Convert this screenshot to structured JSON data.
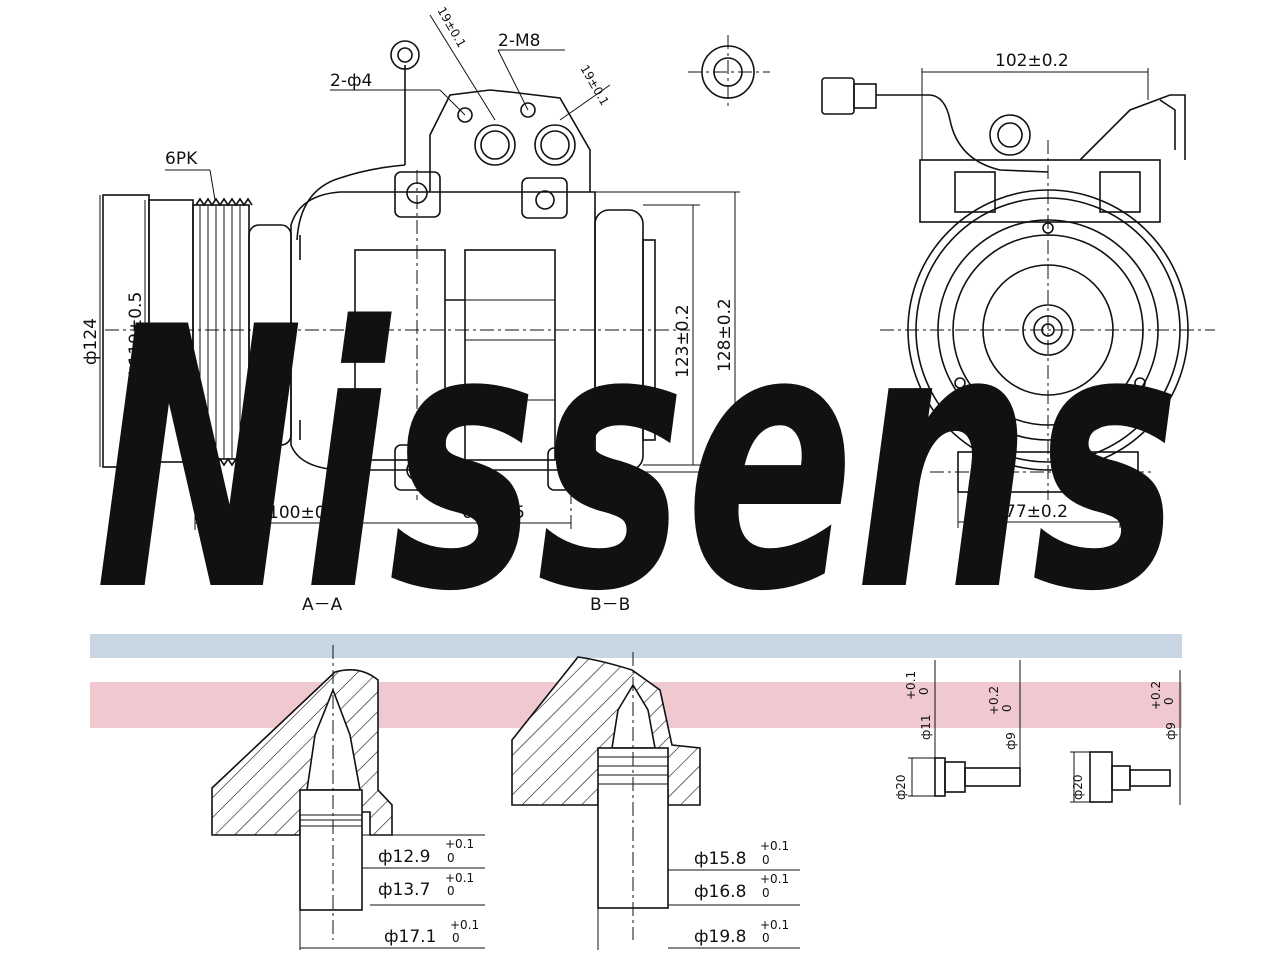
{
  "watermark": {
    "text": "Nissens",
    "color_blue": "#c9d6e3",
    "color_red": "#f0c8d0"
  },
  "colors": {
    "line": "#111111",
    "background": "#ffffff"
  },
  "labels": {
    "belt": "6PK",
    "mount_holes": "2-ф4",
    "bolts": "2-M8",
    "dim_19_a": "19±0.1",
    "dim_19_b": "19±0.1",
    "dim_102": "102±0.2",
    "dim_124": "ф124",
    "dim_119": "ф119±0.5",
    "dim_123": "123±0.2",
    "dim_128": "128±0.2",
    "dim_100": "100±0.5",
    "dim_69": "69±0.5",
    "dim_77": "77±0.2",
    "section_aa": "A－A",
    "section_bb": "B－B",
    "dia_12_9": "ф12.9",
    "dia_13_7": "ф13.7",
    "dia_17_1": "ф17.1",
    "dia_15_8": "ф15.8",
    "dia_16_8": "ф16.8",
    "dia_19_8": "ф19.8",
    "tol_plus": "+0.1",
    "tol_zero": "0",
    "dia_11": "ф11",
    "dia_9_a": "ф9",
    "dia_9_b": "ф9",
    "tol_plus2": "+0.2",
    "dia_20_a": "ф20",
    "dia_20_b": "ф20"
  }
}
